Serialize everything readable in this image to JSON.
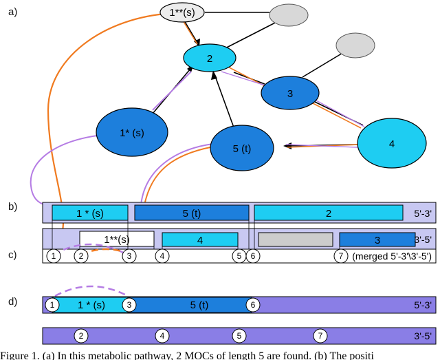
{
  "panel_labels": {
    "a": "a)",
    "b": "b)",
    "c": "c)",
    "d": "d)"
  },
  "graph": {
    "node_1ss": "1**(s)",
    "node_2": "2",
    "node_1s": "1* (s)",
    "node_3": "3",
    "node_4": "4",
    "node_5t": "5 (t)"
  },
  "panel_b": {
    "top_track": {
      "end_label": "5'-3'",
      "blocks": [
        "1 * (s)",
        "5 (t)",
        "2"
      ]
    },
    "bottom_track": {
      "end_label": "3'-5'",
      "blocks": [
        "1**(s)",
        "4",
        "",
        "3"
      ]
    }
  },
  "panel_c": {
    "circles": [
      "1",
      "2",
      "3",
      "4",
      "5",
      "6",
      "7"
    ],
    "note": "(merged 5'-3'\\3'-5')"
  },
  "panel_d": {
    "top_track": {
      "end_label": "5'-3'",
      "blocks": [
        "1 * (s)",
        "5 (t)"
      ],
      "circles": [
        "1",
        "3",
        "6"
      ]
    },
    "bottom_track": {
      "end_label": "3'-5'",
      "circles": [
        "2",
        "4",
        "5",
        "7"
      ]
    }
  },
  "caption": "Figure 1. (a) In this metabolic pathway, 2 MOCs of length 5 are found. (b) The positi"
}
